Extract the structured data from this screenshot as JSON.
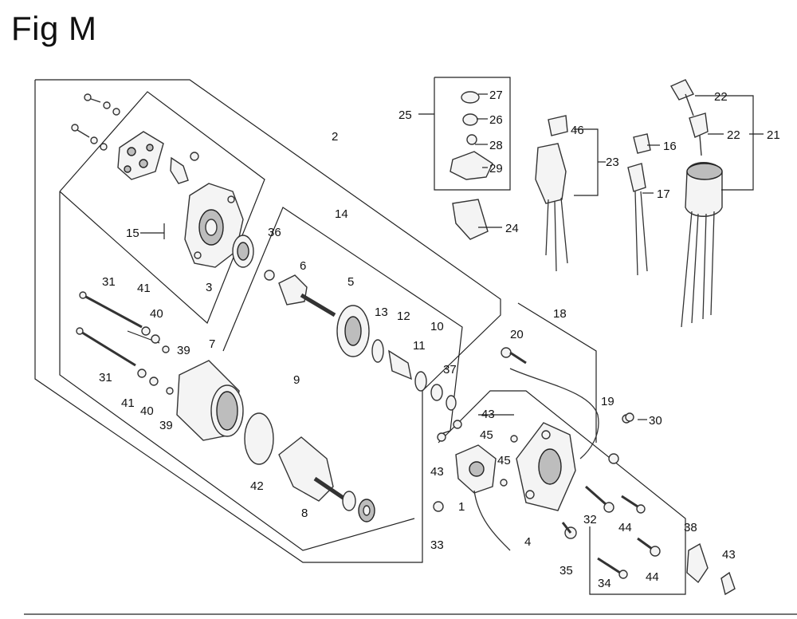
{
  "figure": {
    "title": "Fig M"
  },
  "callouts": [
    "1",
    "2",
    "3",
    "4",
    "5",
    "6",
    "7",
    "8",
    "9",
    "10",
    "11",
    "12",
    "13",
    "14",
    "15",
    "16",
    "17",
    "18",
    "19",
    "20",
    "21",
    "22",
    "23",
    "24",
    "25",
    "26",
    "27",
    "28",
    "29",
    "30",
    "31",
    "32",
    "33",
    "34",
    "35",
    "36",
    "37",
    "38",
    "39",
    "40",
    "41",
    "42",
    "43",
    "44",
    "45",
    "46"
  ]
}
